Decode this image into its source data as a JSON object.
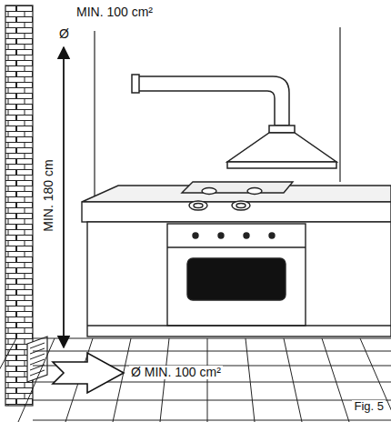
{
  "diagram": {
    "caption": "Fig. 5",
    "labels": [
      "MIN. 100 cm²",
      "Ø",
      "MIN. 180 cm",
      "Ø MIN. 100 cm²"
    ]
  }
}
